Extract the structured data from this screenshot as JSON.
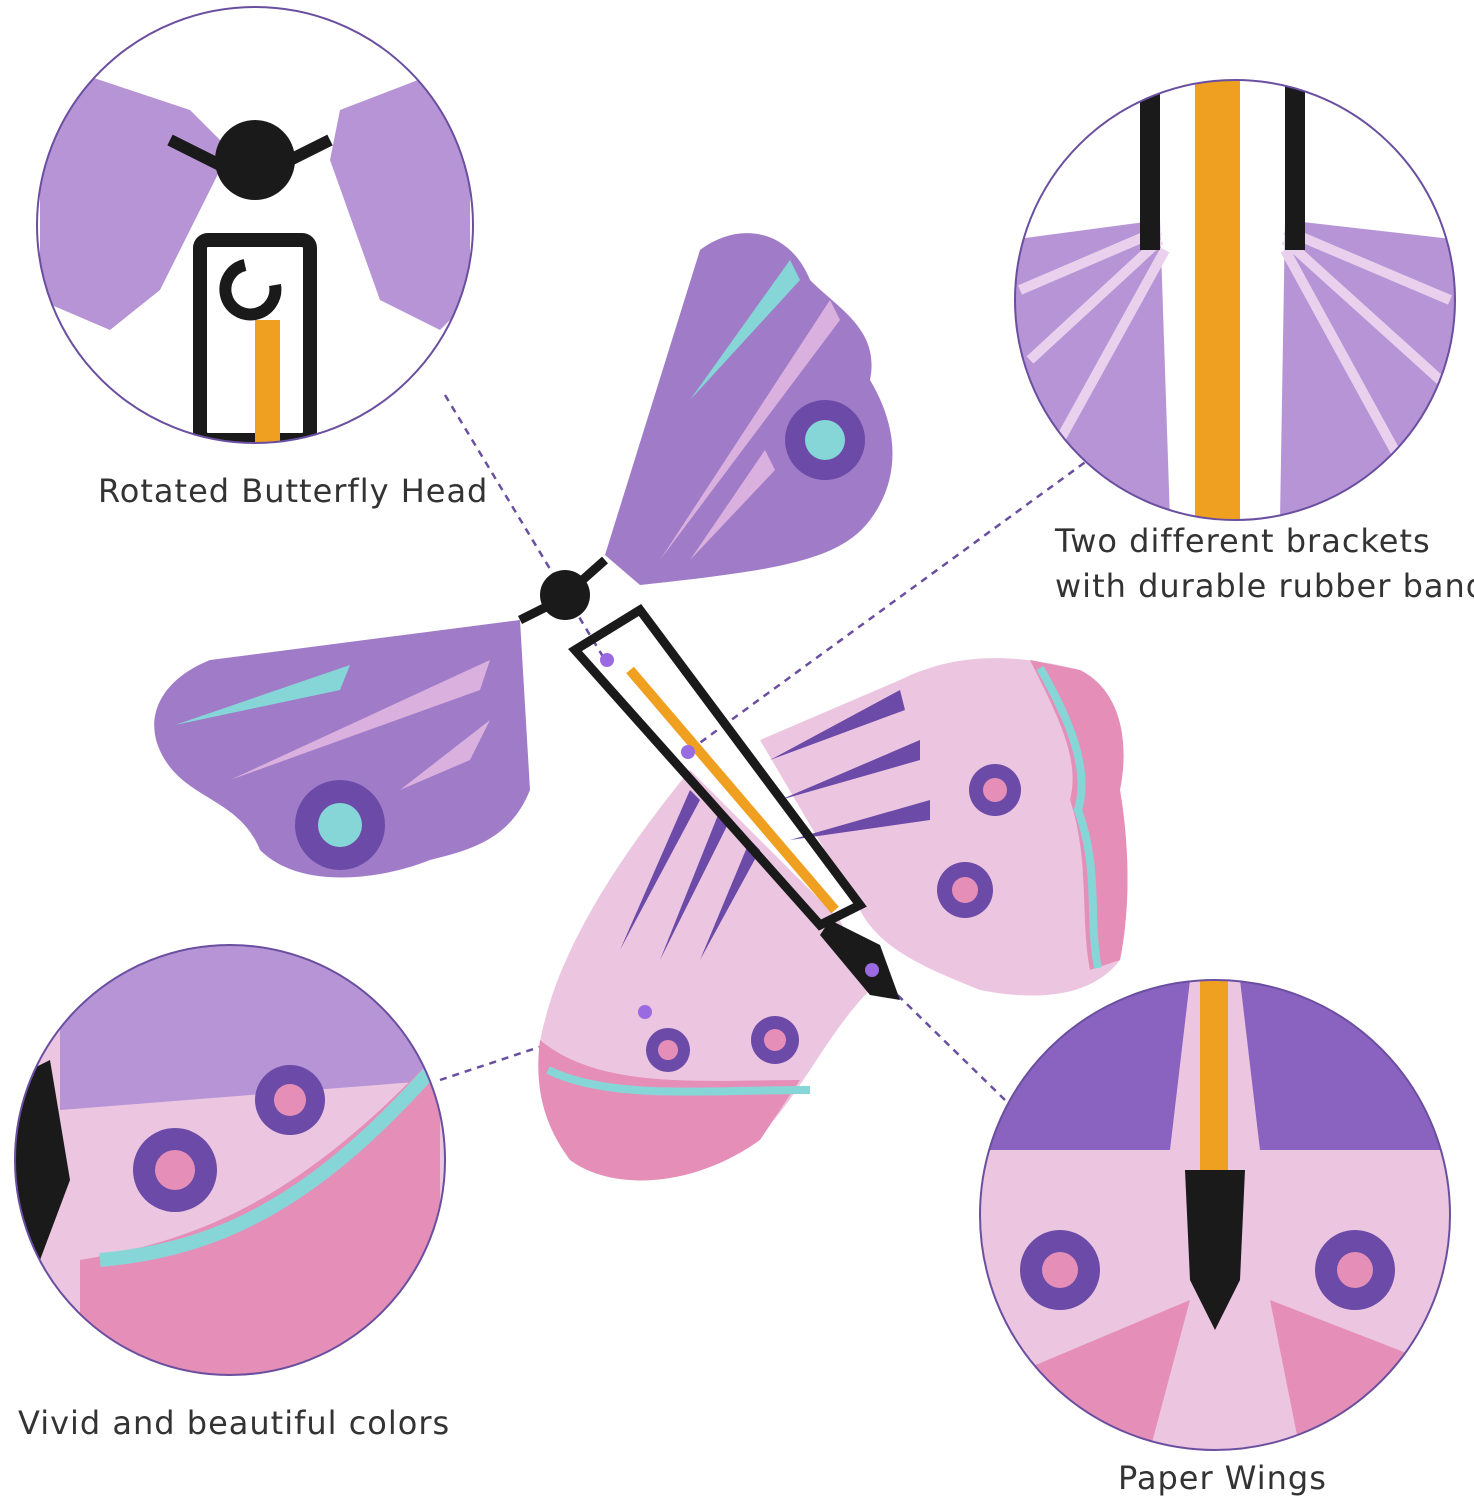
{
  "callouts": {
    "head": "Rotated Butterfly Head",
    "brackets_line1": "Two different brackets",
    "brackets_line2": "with durable rubber band",
    "colors": "Vivid and beautiful colors",
    "wings": "Paper Wings"
  },
  "colors": {
    "accent_line": "#6a4fa0",
    "wing_purple": "#a07cc8",
    "wing_dark": "#6b4aa8",
    "wing_pink": "#e58fb8",
    "wing_light": "#ecc6e0",
    "aqua": "#86d6d8",
    "band": "#f0a020",
    "frame": "#1a1a1a"
  }
}
